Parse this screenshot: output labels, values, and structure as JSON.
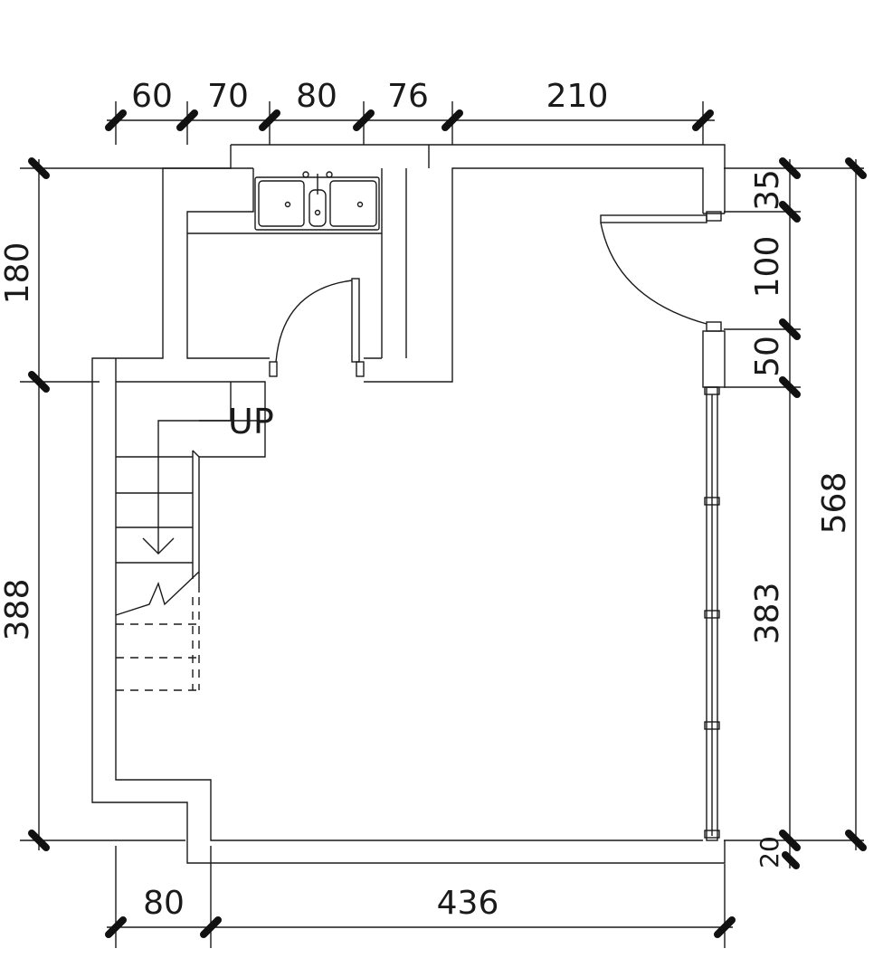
{
  "plan": {
    "stair_label": "UP"
  },
  "dimensions": {
    "top": [
      "60",
      "70",
      "80",
      "76",
      "210"
    ],
    "left": [
      "180",
      "388"
    ],
    "right_inner": [
      "35",
      "100",
      "50",
      "383",
      "20"
    ],
    "right_total": "568",
    "bottom": [
      "80",
      "436"
    ]
  }
}
